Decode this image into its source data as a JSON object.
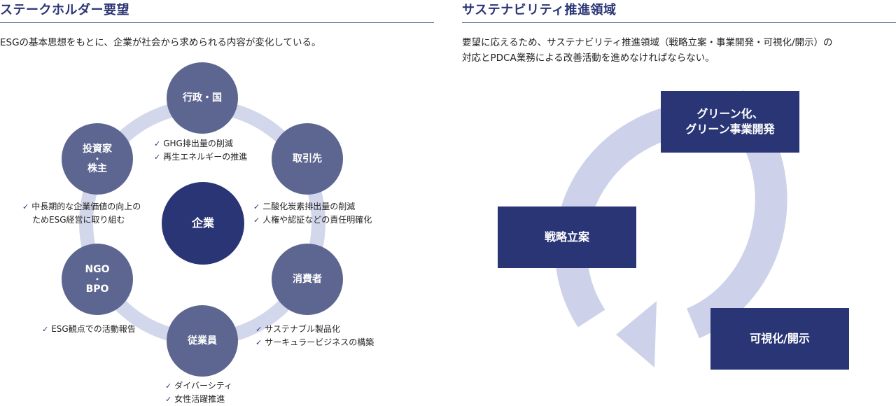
{
  "left": {
    "title": "ステークホルダー要望",
    "description": "ESGの基本思想をもとに、企業が社会から求められる内容が変化している。",
    "center": "企業",
    "nodes": {
      "government": "行政・国",
      "investor_1": "投資家",
      "investor_dot": "・",
      "investor_2": "株主",
      "partner": "取引先",
      "ngo_1": "NGO",
      "ngo_dot": "・",
      "ngo_2": "BPO",
      "consumer": "消費者",
      "employee": "従業員"
    },
    "bullets": {
      "government": [
        "GHG排出量の削減",
        "再生エネルギーの推進"
      ],
      "investor": [
        "中長期的な企業価値の向上の",
        "ためESG経営に取り組む"
      ],
      "partner": [
        "二酸化炭素排出量の削減",
        "人権や認証などの責任明確化"
      ],
      "ngo": [
        "ESG観点での活動報告"
      ],
      "consumer": [
        "サステナブル製品化",
        "サーキュラービジネスの構築"
      ],
      "employee": [
        "ダイバーシティ",
        "女性活躍推進"
      ]
    },
    "check_mark": "✓"
  },
  "right": {
    "title": "サステナビリティ推進領域",
    "description_1": "要望に応えるため、サステナビリティ推進領域（戦略立案・事業開発・可視化/開示）の",
    "description_2": "対応とPDCA業務による改善活動を進めなければならない。",
    "boxes": {
      "green_1": "グリーン化、",
      "green_2": "グリーン事業開発",
      "strategy": "戦略立案",
      "visualize": "可視化/開示"
    }
  },
  "colors": {
    "navy": "#2a3575",
    "node": "#5d6690",
    "ring": "#d3d7ec",
    "cycle": "#cdd2ea"
  }
}
